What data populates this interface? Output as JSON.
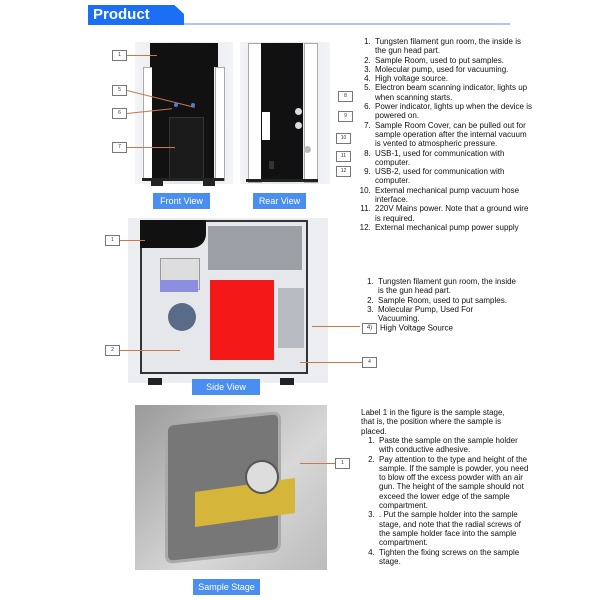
{
  "header": {
    "title": "Product Details",
    "accent": "#1a6ff5"
  },
  "front_view": {
    "caption": "Front View",
    "labels": [
      "1",
      "5",
      "6",
      "7"
    ]
  },
  "rear_view": {
    "caption": "Rear View",
    "labels": [
      "8",
      "9",
      "10",
      "11",
      "12"
    ]
  },
  "components_list": [
    "Tungsten filament gun room, the inside is the gun head part.",
    "Sample Room, used to put samples.",
    "Molecular pump, used for vacuuming.",
    "High voltage source.",
    "Electron beam scanning indicator, lights up when scanning starts.",
    "Power indicator,  lights up when the device is powered on.",
    "Sample Room Cover, can be pulled out for sample operation after the internal vacuum is vented to atmospheric pressure.",
    "USB-1, used for communication with computer.",
    "USB-2, used for communication with computer.",
    "External mechanical pump vacuum hose interface.",
    "220V Mains power. Note that a ground wire is required.",
    "External mechanical pump power supply"
  ],
  "side_view": {
    "caption": "Side View",
    "labels": [
      "1",
      "2",
      "4"
    ]
  },
  "side_list": [
    "Tungsten filament gun room, the inside is the gun head part.",
    "Sample Room, used to put samples.",
    "Molecular Pump, Used For Vacuuming.",
    "High Voltage Source"
  ],
  "side_list_marker4": "4)",
  "sample_stage": {
    "caption": "Sample Stage",
    "label": "1",
    "intro": "Label 1 in the figure is the sample stage, that is, the position where the sample is placed.",
    "steps": [
      "Paste the sample on the sample holder with conductive adhesive.",
      "Pay attention to the type and height of the sample. If the sample is powder, you need to blow off the excess powder with an air gun. The height of the sample should not exceed the lower edge of the sample compartment.",
      ". Put the sample holder into the sample stage, and note that the radial screws of the sample holder face into the sample compartment.",
      "Tighten the fixing screws on the sample stage."
    ]
  }
}
